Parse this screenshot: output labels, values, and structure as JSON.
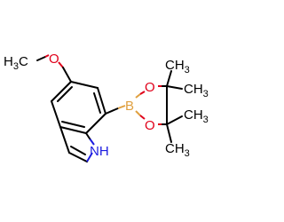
{
  "molecule": {
    "atoms": {
      "methoxy_carbon": "H3C",
      "methoxy_oxygen": "O",
      "boron": "B",
      "ring_oxygen_top": "O",
      "ring_oxygen_bottom": "O",
      "nh": "NH",
      "methyl_1": "CH3",
      "methyl_2": "CH3",
      "methyl_3": "CH3",
      "methyl_4": "CH3"
    },
    "colors": {
      "carbon": "#000000",
      "oxygen": "#e0001a",
      "nitrogen": "#1c1ce0",
      "boron": "#e0a040"
    }
  }
}
